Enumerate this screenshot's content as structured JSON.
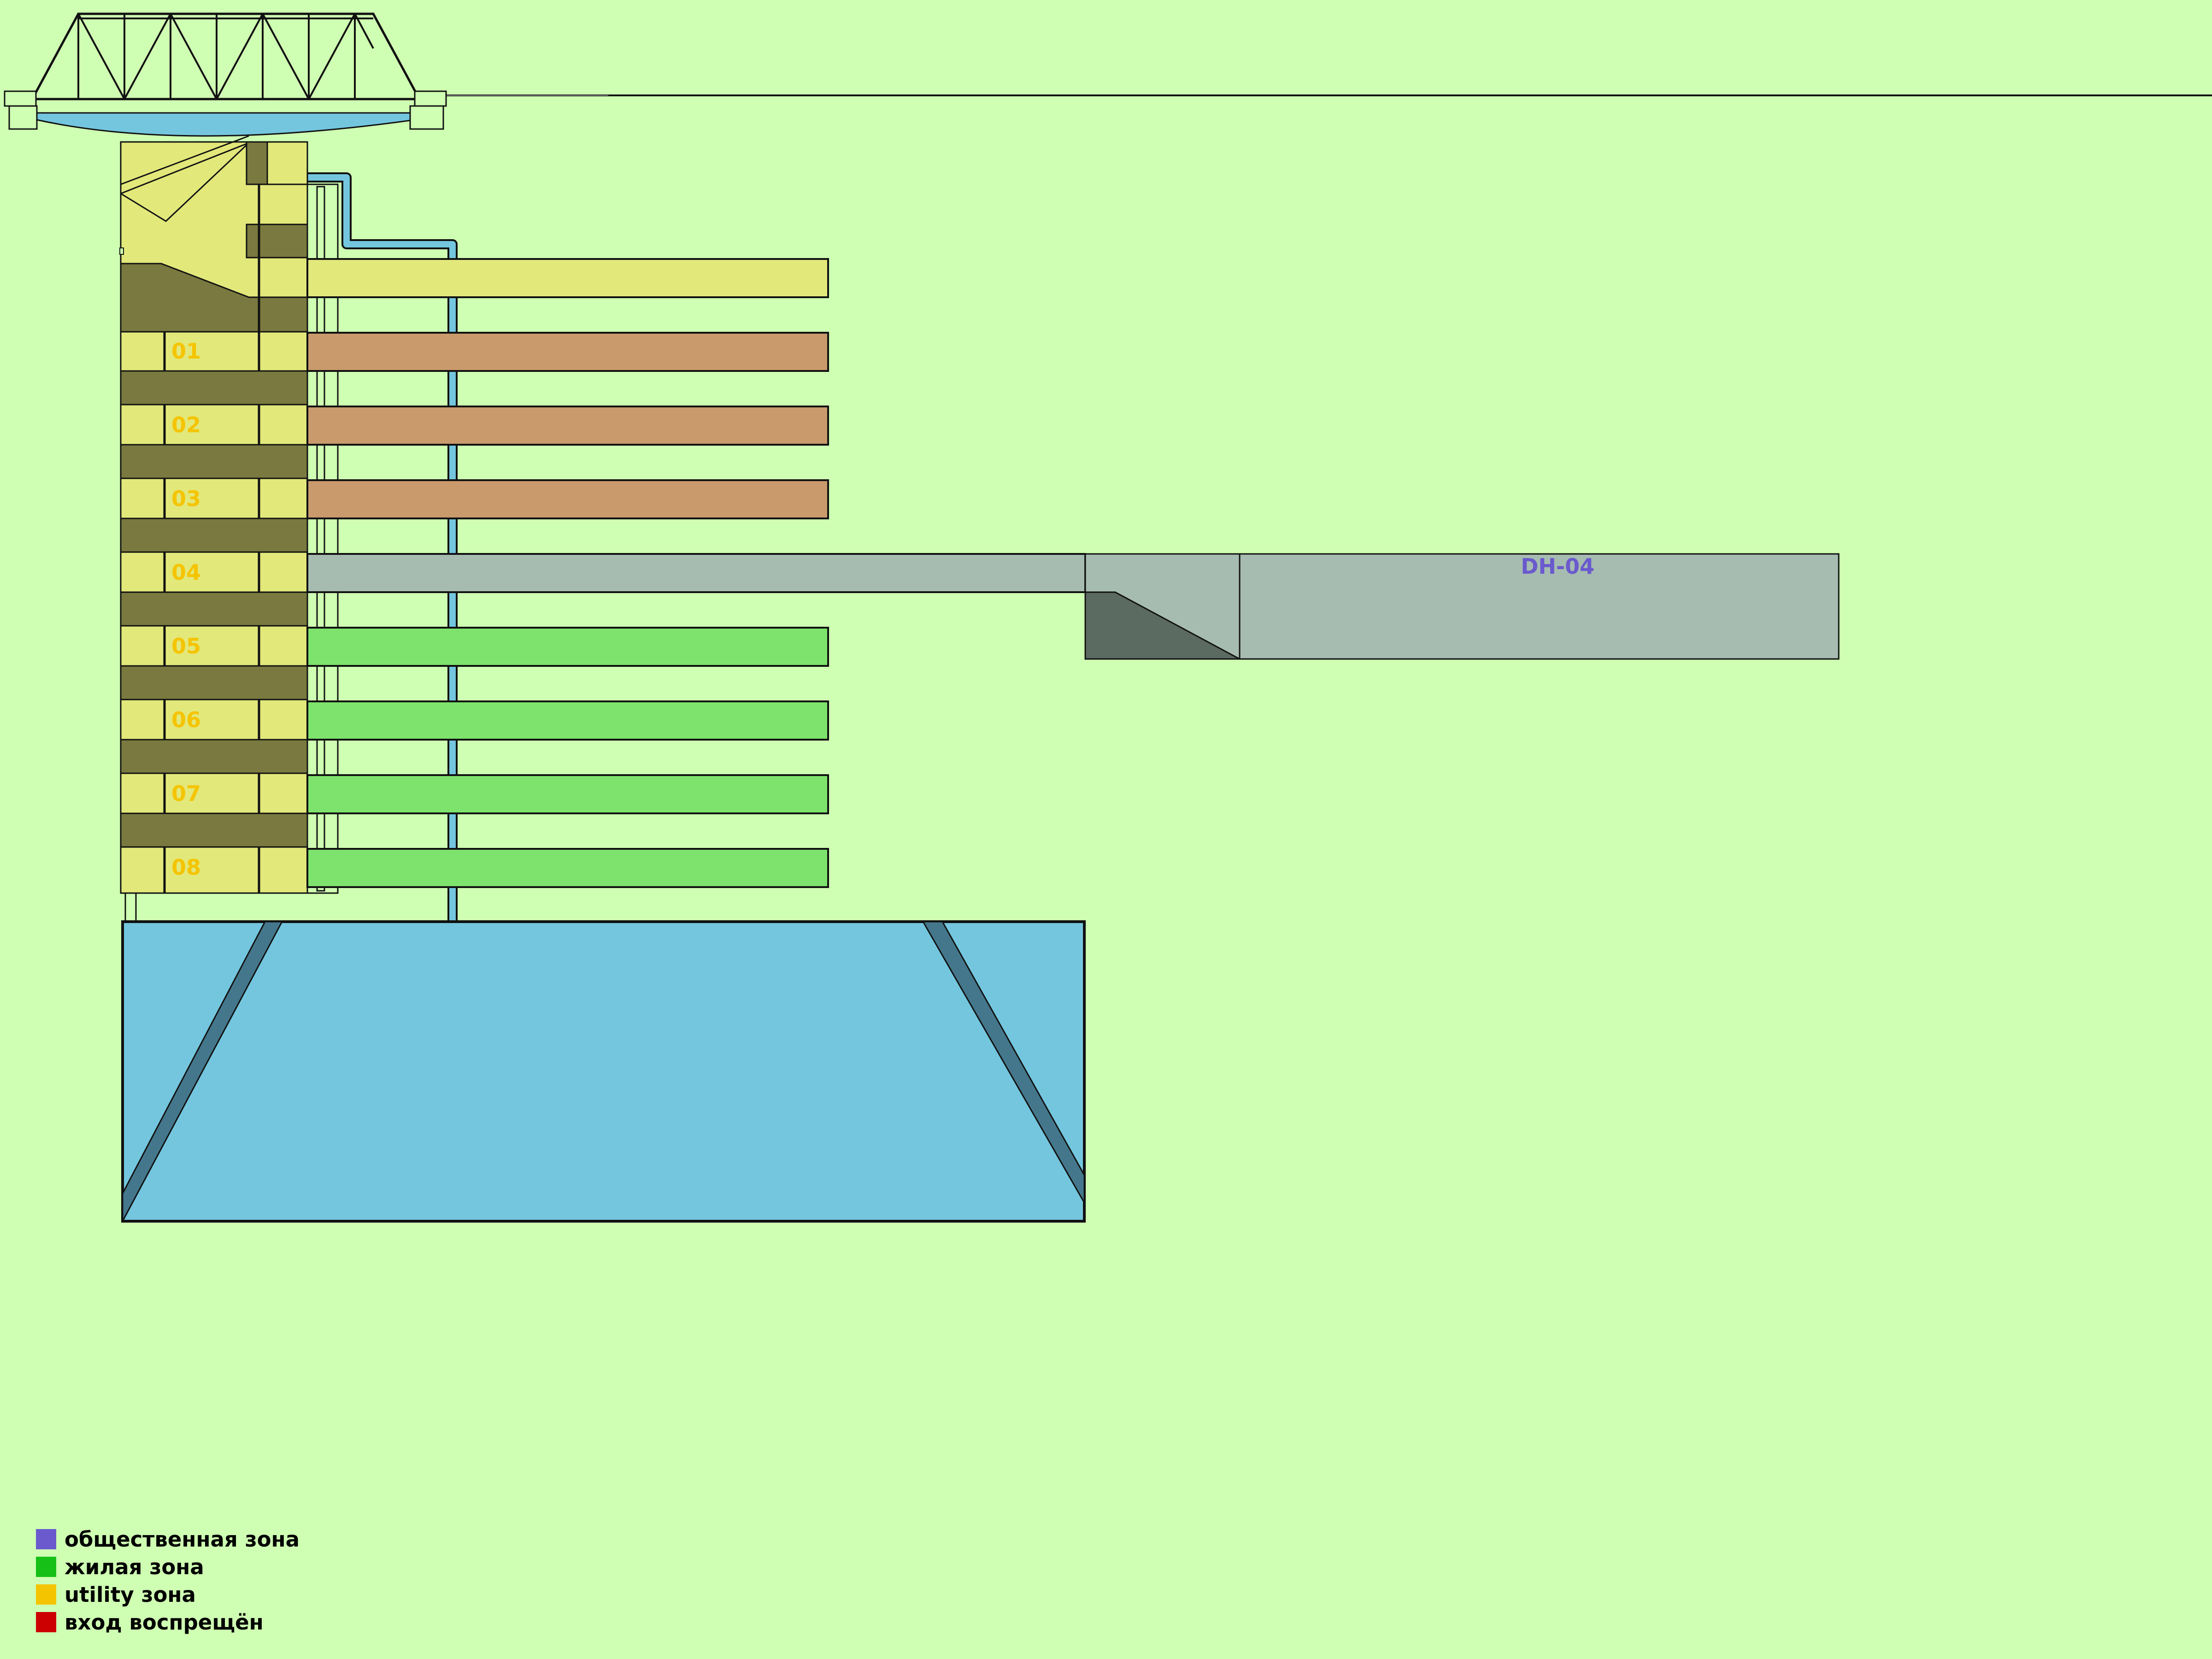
{
  "levels": [
    {
      "label": "01",
      "zone": "utility"
    },
    {
      "label": "02",
      "zone": "utility"
    },
    {
      "label": "03",
      "zone": "utility"
    },
    {
      "label": "04",
      "zone": "public"
    },
    {
      "label": "05",
      "zone": "residential"
    },
    {
      "label": "06",
      "zone": "residential"
    },
    {
      "label": "07",
      "zone": "residential"
    },
    {
      "label": "08",
      "zone": "residential"
    }
  ],
  "wing": {
    "label": "DH-04"
  },
  "colors": {
    "background": "#cfffb3",
    "shaft": "#e2e87a",
    "shaft_dark": "#7a7a40",
    "utility_corridor": "#c99a6c",
    "residential_corridor": "#7de36c",
    "public_corridor": "#a6bcb1",
    "water": "#74c6de",
    "strut": "#44778c",
    "top_corridor": "#e2e87a"
  },
  "legend": [
    {
      "label": "общественная зона",
      "color": "#6a5acd"
    },
    {
      "label": "жилая зона",
      "color": "#16c016"
    },
    {
      "label": "utility зона",
      "color": "#f5c400"
    },
    {
      "label": "вход воспрещён",
      "color": "#cc0000"
    }
  ]
}
